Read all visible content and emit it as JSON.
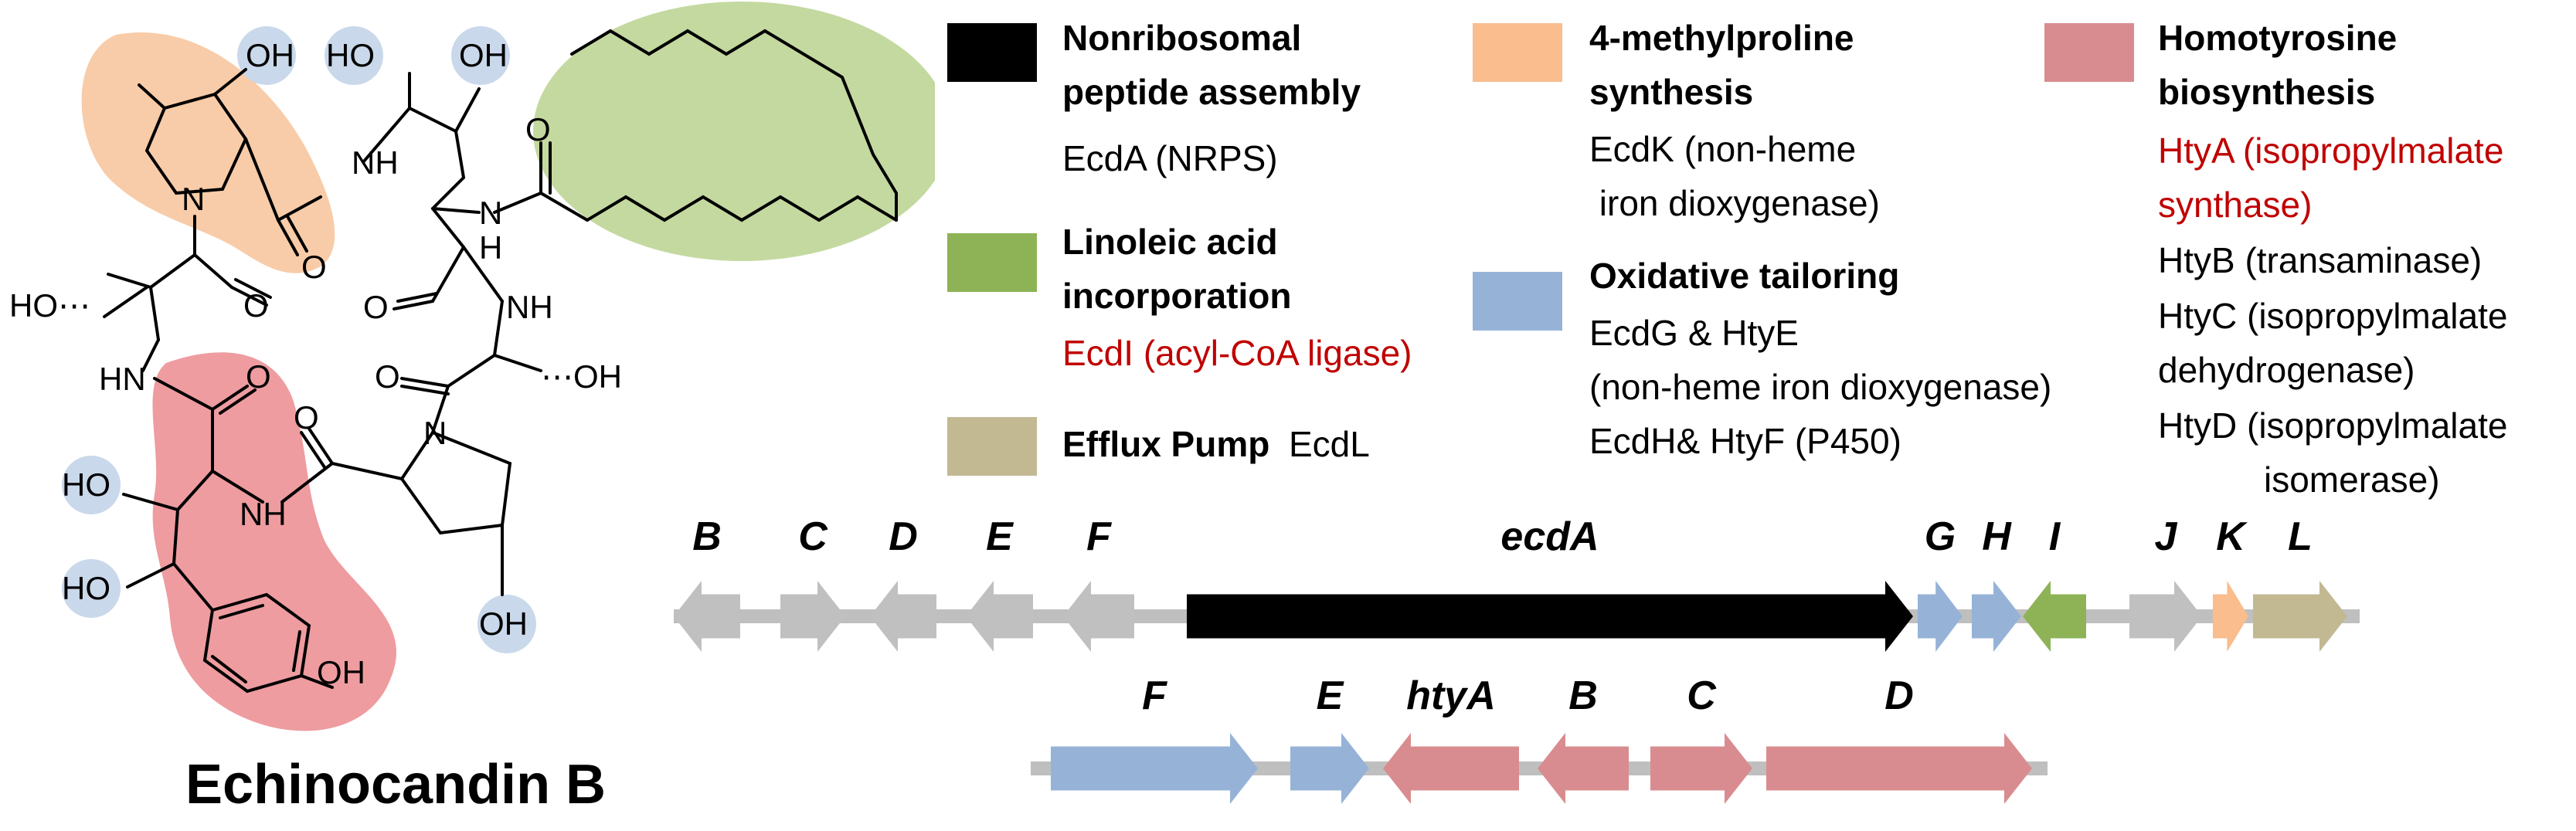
{
  "compound": {
    "name": "Echinocandin B",
    "atoms": {
      "oh": "OH",
      "ho": "HO",
      "hn": "HN",
      "nh": "NH",
      "n": "N",
      "o": "O",
      "ho_dot": "HO⋯",
      "dot_oh": "⋯OH",
      "h": "H"
    }
  },
  "legend": {
    "nrps": {
      "title_1": "Nonribosomal",
      "title_2": "peptide assembly",
      "item_1": "EcdA (NRPS)"
    },
    "linoleic": {
      "title_1": "Linoleic acid",
      "title_2": "incorporation",
      "item_1": "EcdI (acyl-CoA ligase)"
    },
    "efflux": {
      "title_1": "Efflux Pump",
      "item_1": "EcdL"
    },
    "methylproline": {
      "title_1": "4-methylproline",
      "title_2": "synthesis",
      "item_1": "EcdK (non-heme",
      "item_2": " iron dioxygenase)"
    },
    "oxidative": {
      "title_1": "Oxidative tailoring",
      "item_1": "EcdG & HtyE",
      "item_2": "(non-heme iron dioxygenase)",
      "item_3": "EcdH& HtyF (P450)"
    },
    "homotyrosine": {
      "title_1": "Homotyrosine",
      "title_2": "biosynthesis",
      "item_1": "HtyA (isopropylmalate",
      "item_2": "synthase)",
      "item_3": "HtyB (transaminase)",
      "item_4": "HtyC (isopropylmalate",
      "item_5": "dehydrogenase)",
      "item_6": "HtyD (isopropylmalate",
      "item_7": "isomerase)"
    }
  },
  "colors": {
    "nrps": "#000000",
    "linoleic": "#8db356",
    "efflux": "#c2b993",
    "methylproline": "#f9bd8e",
    "oxidative": "#96b3d7",
    "homotyrosine": "#d98c8f",
    "unassigned": "#c0c0c0",
    "backbone": "#bfbfbf",
    "red_text": "#c00000",
    "highlight_orange": "#f8cca8",
    "highlight_green": "#c4d9a0",
    "highlight_blue": "#c9d8ea",
    "highlight_red": "#ee9ca0"
  },
  "clusters": {
    "ecd": {
      "genes": [
        {
          "label": "B",
          "category": "unassigned",
          "strand": "-"
        },
        {
          "label": "C",
          "category": "unassigned",
          "strand": "+"
        },
        {
          "label": "D",
          "category": "unassigned",
          "strand": "-"
        },
        {
          "label": "E",
          "category": "unassigned",
          "strand": "-"
        },
        {
          "label": "F",
          "category": "unassigned",
          "strand": "-"
        },
        {
          "label": "ecdA",
          "category": "nrps",
          "strand": "+"
        },
        {
          "label": "G",
          "category": "oxidative",
          "strand": "+"
        },
        {
          "label": "H",
          "category": "oxidative",
          "strand": "+"
        },
        {
          "label": "I",
          "category": "linoleic",
          "strand": "-"
        },
        {
          "label": "J",
          "category": "unassigned",
          "strand": "+"
        },
        {
          "label": "K",
          "category": "methylproline",
          "strand": "+"
        },
        {
          "label": "L",
          "category": "efflux",
          "strand": "+"
        }
      ]
    },
    "hty": {
      "genes": [
        {
          "label": "F",
          "category": "oxidative",
          "strand": "+"
        },
        {
          "label": "E",
          "category": "oxidative",
          "strand": "+"
        },
        {
          "label": "htyA",
          "category": "homotyrosine",
          "strand": "-"
        },
        {
          "label": "B",
          "category": "homotyrosine",
          "strand": "-"
        },
        {
          "label": "C",
          "category": "homotyrosine",
          "strand": "+"
        },
        {
          "label": "D",
          "category": "homotyrosine",
          "strand": "+"
        }
      ]
    }
  }
}
